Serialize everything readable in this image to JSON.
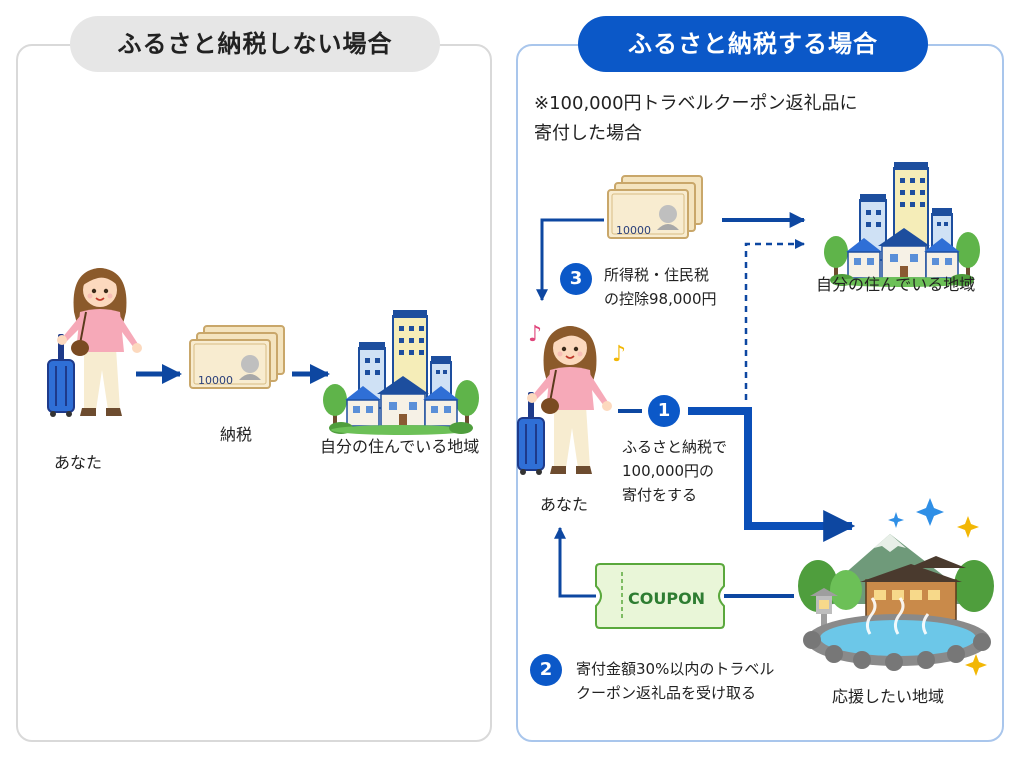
{
  "left_panel": {
    "title": "ふるさと納税しない場合",
    "person_label": "あなた",
    "bill_value": "10000",
    "tax_label": "納税",
    "region_label": "自分の住んでいる地域"
  },
  "right_panel": {
    "title": "ふるさと納税する場合",
    "note_line1": "※100,000円トラベルクーポン返礼品に",
    "note_line2": "寄付した場合",
    "bill_value": "10000",
    "region_label": "自分の住んでいる地域",
    "person_label": "あなた",
    "coupon_text": "COUPON",
    "destination_label": "応援したい地域",
    "steps": [
      {
        "number": "1",
        "lines": [
          "ふるさと納税で",
          "100,000円の",
          "寄付をする"
        ]
      },
      {
        "number": "2",
        "lines": [
          "寄付金額30%以内のトラベル",
          "クーポン返礼品を受け取る"
        ]
      },
      {
        "number": "3",
        "lines": [
          "所得税・住民税",
          "の控除98,000円"
        ]
      }
    ]
  },
  "colors": {
    "accent_blue": "#0b58c8",
    "arrow_blue": "#0d47a1",
    "coupon_green": "#2e7d32",
    "left_border": "#d9d9d9",
    "right_border": "#a9c6ec"
  }
}
